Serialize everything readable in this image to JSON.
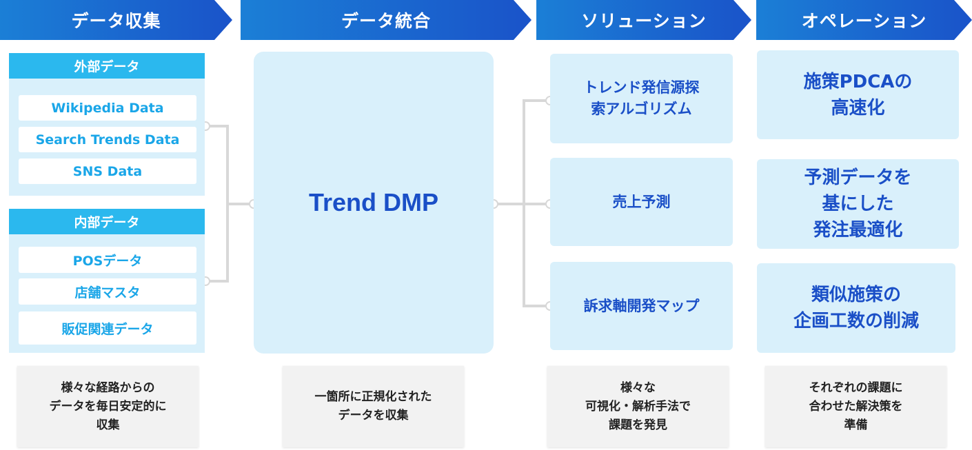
{
  "headers": [
    "データ収集",
    "データ統合",
    "ソリューション",
    "オペレーション"
  ],
  "external": {
    "title": "外部データ",
    "items": [
      "Wikipedia Data",
      "Search Trends Data",
      "SNS Data"
    ]
  },
  "internal": {
    "title": "内部データ",
    "items": [
      "POSデータ",
      "店舗マスタ",
      "販促関連データ"
    ]
  },
  "dmp": "Trend DMP",
  "solutions": [
    "トレンド発信源探\n索アルゴリズム",
    "売上予測",
    "訴求軸開発マップ"
  ],
  "operations": [
    "施策PDCAの\n高速化",
    "予測データを\n基にした\n発注最適化",
    "類似施策の\n企画工数の削減"
  ],
  "captions": [
    "様々な経路からの\nデータを毎日安定的に\n収集",
    "一箇所に正規化された\nデータを収集",
    "様々な\n可視化・解析手法で\n課題を発見",
    "それぞれの課題に\n合わせた解決策を\n準備"
  ],
  "colors": {
    "header_gradient": [
      "#1b7fd6",
      "#1a53c9"
    ],
    "light_box": "#d9f0fb",
    "section_title": "#2bb8ee",
    "item_text": "#1aa6e8",
    "primary_text": "#1a4fc7",
    "connector": "#d8d8d8"
  }
}
